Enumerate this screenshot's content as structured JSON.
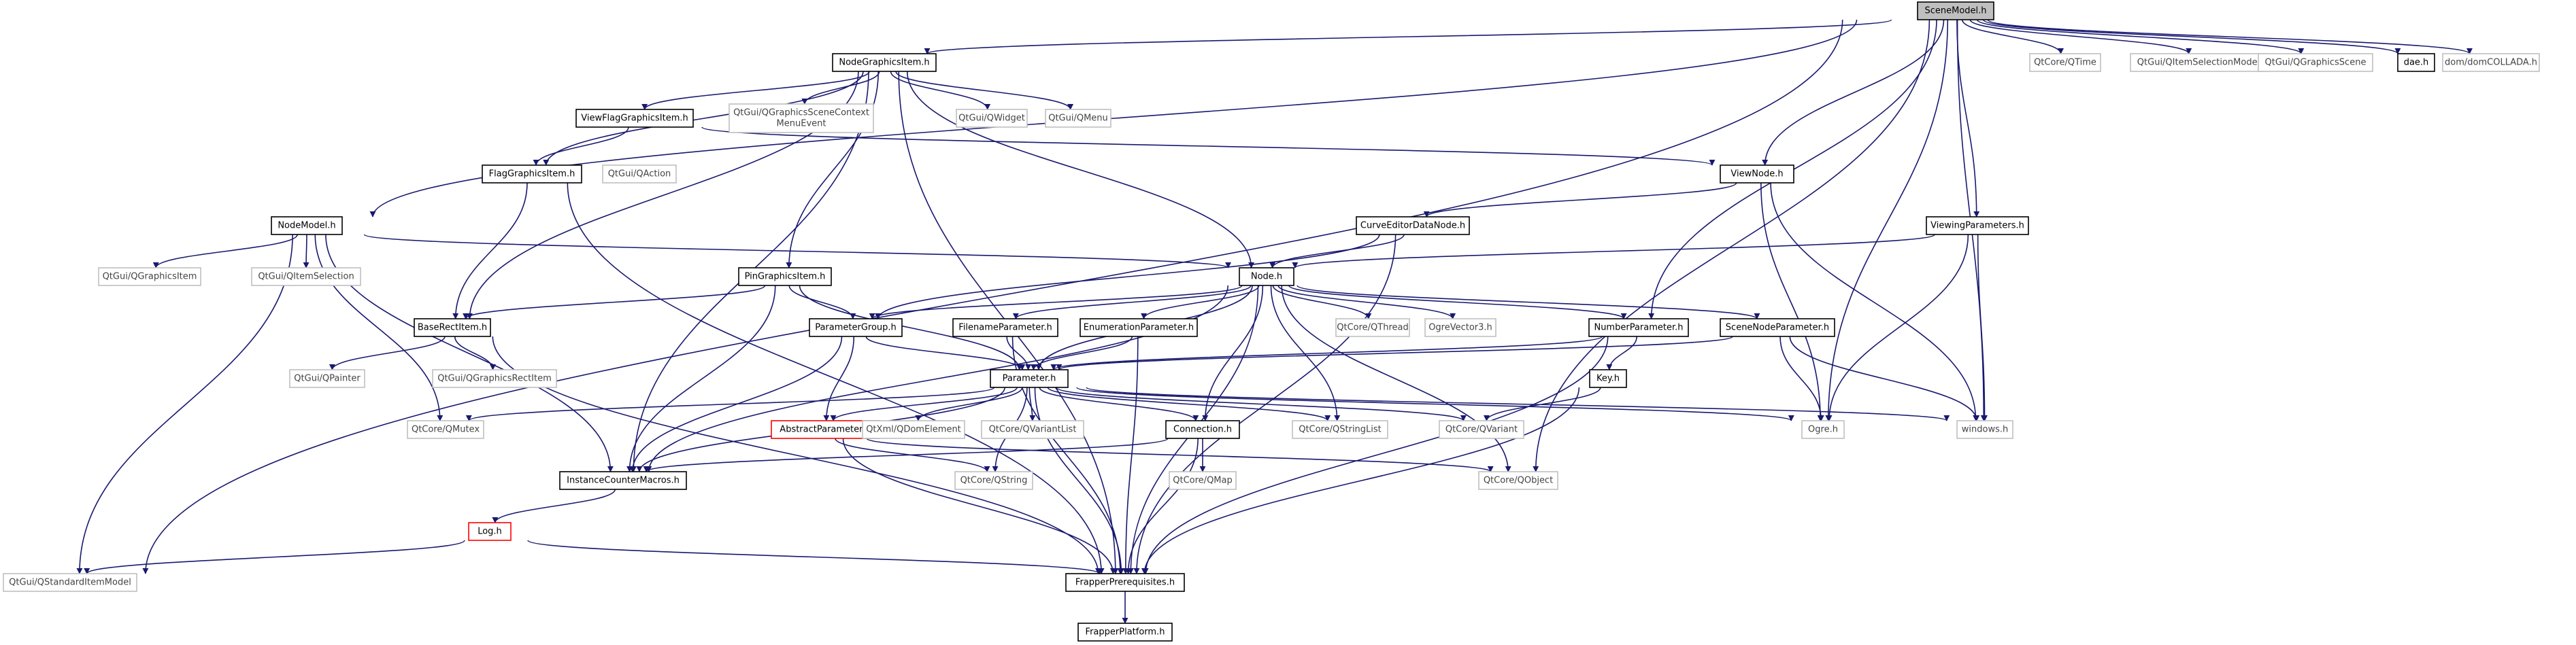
{
  "colors": {
    "edge": "#191970",
    "project_border": "#000000",
    "external_border": "#bfbfbf",
    "incomplete_border": "#ff0000",
    "root_fill": "#bfbfbf"
  },
  "nodes": {
    "scenemodel": {
      "label": "SceneModel.h",
      "kind": "root"
    },
    "nodegraphicsitem": {
      "label": "NodeGraphicsItem.h",
      "kind": "project"
    },
    "qtcore_qtime": {
      "label": "QtCore/QTime",
      "kind": "external"
    },
    "qtgui_qitemselectionmodel": {
      "label": "QtGui/QItemSelectionModel",
      "kind": "external"
    },
    "qtgui_qgraphicsscene": {
      "label": "QtGui/QGraphicsScene",
      "kind": "external"
    },
    "dae": {
      "label": "dae.h",
      "kind": "project"
    },
    "dom_collada": {
      "label": "dom/domCOLLADA.h",
      "kind": "external"
    },
    "viewflaggraphicsitem": {
      "label": "ViewFlagGraphicsItem.h",
      "kind": "project"
    },
    "qtgui_qgraphicscontextmenuevent": {
      "label": [
        "QtGui/QGraphicsSceneContext",
        "MenuEvent"
      ],
      "kind": "external"
    },
    "qtgui_qwidget": {
      "label": "QtGui/QWidget",
      "kind": "external"
    },
    "qtgui_qmenu": {
      "label": "QtGui/QMenu",
      "kind": "external"
    },
    "flaggraphicsitem": {
      "label": "FlagGraphicsItem.h",
      "kind": "project"
    },
    "qtgui_qaction": {
      "label": "QtGui/QAction",
      "kind": "external"
    },
    "viewnode": {
      "label": "ViewNode.h",
      "kind": "project"
    },
    "nodemodel": {
      "label": "NodeModel.h",
      "kind": "project"
    },
    "curveeditordatanode": {
      "label": "CurveEditorDataNode.h",
      "kind": "project"
    },
    "viewingparameters": {
      "label": "ViewingParameters.h",
      "kind": "project"
    },
    "qtgui_qgraphicsitem": {
      "label": "QtGui/QGraphicsItem",
      "kind": "external"
    },
    "qtgui_qitemselection": {
      "label": "QtGui/QItemSelection",
      "kind": "external"
    },
    "pingraphicsitem": {
      "label": "PinGraphicsItem.h",
      "kind": "project"
    },
    "node": {
      "label": "Node.h",
      "kind": "project"
    },
    "baserectitem": {
      "label": "BaseRectItem.h",
      "kind": "project"
    },
    "parametergroup": {
      "label": "ParameterGroup.h",
      "kind": "project"
    },
    "filenameparameter": {
      "label": "FilenameParameter.h",
      "kind": "project"
    },
    "enumerationparameter": {
      "label": "EnumerationParameter.h",
      "kind": "project"
    },
    "qtcore_qthread": {
      "label": "QtCore/QThread",
      "kind": "external"
    },
    "ogrevector3": {
      "label": "OgreVector3.h",
      "kind": "external"
    },
    "numberparameter": {
      "label": "NumberParameter.h",
      "kind": "project"
    },
    "scenenodeparameter": {
      "label": "SceneNodeParameter.h",
      "kind": "project"
    },
    "qtgui_qpainter": {
      "label": "QtGui/QPainter",
      "kind": "external"
    },
    "qtgui_qgraphicsrectitem": {
      "label": "QtGui/QGraphicsRectItem",
      "kind": "external"
    },
    "parameter": {
      "label": "Parameter.h",
      "kind": "project"
    },
    "key": {
      "label": "Key.h",
      "kind": "project"
    },
    "qtcore_qmutex": {
      "label": "QtCore/QMutex",
      "kind": "external"
    },
    "abstractparameter": {
      "label": "AbstractParameter.h",
      "kind": "incomplete"
    },
    "qtxml_qdomelement": {
      "label": "QtXml/QDomElement",
      "kind": "external"
    },
    "qtcore_qvariantlist": {
      "label": "QtCore/QVariantList",
      "kind": "external"
    },
    "connection": {
      "label": "Connection.h",
      "kind": "project"
    },
    "qtcore_qstringlist": {
      "label": "QtCore/QStringList",
      "kind": "external"
    },
    "qtcore_qvariant": {
      "label": "QtCore/QVariant",
      "kind": "external"
    },
    "ogre": {
      "label": "Ogre.h",
      "kind": "external"
    },
    "windows": {
      "label": "windows.h",
      "kind": "external"
    },
    "instancecountermacros": {
      "label": "InstanceCounterMacros.h",
      "kind": "project"
    },
    "qtcore_qstring": {
      "label": "QtCore/QString",
      "kind": "external"
    },
    "qtcore_qmap": {
      "label": "QtCore/QMap",
      "kind": "external"
    },
    "qtcore_qobject": {
      "label": "QtCore/QObject",
      "kind": "external"
    },
    "log": {
      "label": "Log.h",
      "kind": "incomplete"
    },
    "qtgui_qstandarditemmodel": {
      "label": "QtGui/QStandardItemModel",
      "kind": "external"
    },
    "frapperprerequisites": {
      "label": "FrapperPrerequisites.h",
      "kind": "project"
    },
    "frapperplatform": {
      "label": "FrapperPlatform.h",
      "kind": "project"
    }
  },
  "edges": [
    [
      "scenemodel",
      "nodegraphicsitem"
    ],
    [
      "scenemodel",
      "qtcore_qtime"
    ],
    [
      "scenemodel",
      "qtgui_qitemselectionmodel"
    ],
    [
      "scenemodel",
      "qtgui_qgraphicsscene"
    ],
    [
      "scenemodel",
      "dae"
    ],
    [
      "scenemodel",
      "dom_collada"
    ],
    [
      "scenemodel",
      "nodemodel"
    ],
    [
      "scenemodel",
      "viewnode"
    ],
    [
      "scenemodel",
      "viewingparameters"
    ],
    [
      "scenemodel",
      "numberparameter"
    ],
    [
      "scenemodel",
      "ogre"
    ],
    [
      "scenemodel",
      "windows"
    ],
    [
      "scenemodel",
      "qtcore_qobject"
    ],
    [
      "scenemodel",
      "qtgui_qstandarditemmodel"
    ],
    [
      "nodegraphicsitem",
      "viewflaggraphicsitem"
    ],
    [
      "nodegraphicsitem",
      "qtgui_qgraphicscontextmenuevent"
    ],
    [
      "nodegraphicsitem",
      "qtgui_qwidget"
    ],
    [
      "nodegraphicsitem",
      "qtgui_qmenu"
    ],
    [
      "nodegraphicsitem",
      "flaggraphicsitem"
    ],
    [
      "nodegraphicsitem",
      "baserectitem"
    ],
    [
      "nodegraphicsitem",
      "pingraphicsitem"
    ],
    [
      "nodegraphicsitem",
      "node"
    ],
    [
      "nodegraphicsitem",
      "instancecountermacros"
    ],
    [
      "nodegraphicsitem",
      "frapperprerequisites"
    ],
    [
      "viewflaggraphicsitem",
      "flaggraphicsitem"
    ],
    [
      "viewflaggraphicsitem",
      "viewnode"
    ],
    [
      "flaggraphicsitem",
      "baserectitem"
    ],
    [
      "flaggraphicsitem",
      "frapperprerequisites"
    ],
    [
      "viewnode",
      "curveeditordatanode"
    ],
    [
      "viewnode",
      "ogre"
    ],
    [
      "viewnode",
      "windows"
    ],
    [
      "curveeditordatanode",
      "node"
    ],
    [
      "curveeditordatanode",
      "parametergroup"
    ],
    [
      "curveeditordatanode",
      "frapperprerequisites"
    ],
    [
      "viewingparameters",
      "node"
    ],
    [
      "viewingparameters",
      "ogre"
    ],
    [
      "viewingparameters",
      "windows"
    ],
    [
      "nodemodel",
      "qtgui_qgraphicsitem"
    ],
    [
      "nodemodel",
      "qtgui_qitemselection"
    ],
    [
      "nodemodel",
      "node"
    ],
    [
      "nodemodel",
      "qtgui_qstandarditemmodel"
    ],
    [
      "nodemodel",
      "instancecountermacros"
    ],
    [
      "nodemodel",
      "qtcore_qmutex"
    ],
    [
      "pingraphicsitem",
      "baserectitem"
    ],
    [
      "pingraphicsitem",
      "parametergroup"
    ],
    [
      "pingraphicsitem",
      "parameter"
    ],
    [
      "pingraphicsitem",
      "instancecountermacros"
    ],
    [
      "node",
      "parametergroup"
    ],
    [
      "node",
      "filenameparameter"
    ],
    [
      "node",
      "enumerationparameter"
    ],
    [
      "node",
      "qtcore_qthread"
    ],
    [
      "node",
      "ogrevector3"
    ],
    [
      "node",
      "numberparameter"
    ],
    [
      "node",
      "scenenodeparameter"
    ],
    [
      "node",
      "parameter"
    ],
    [
      "node",
      "connection"
    ],
    [
      "node",
      "qtcore_qstringlist"
    ],
    [
      "node",
      "instancecountermacros"
    ],
    [
      "node",
      "qtcore_qobject"
    ],
    [
      "node",
      "frapperprerequisites"
    ],
    [
      "baserectitem",
      "qtgui_qpainter"
    ],
    [
      "baserectitem",
      "qtgui_qgraphicsrectitem"
    ],
    [
      "baserectitem",
      "frapperprerequisites"
    ],
    [
      "parametergroup",
      "parameter"
    ],
    [
      "parametergroup",
      "abstractparameter"
    ],
    [
      "parametergroup",
      "instancecountermacros"
    ],
    [
      "filenameparameter",
      "parameter"
    ],
    [
      "filenameparameter",
      "frapperprerequisites"
    ],
    [
      "enumerationparameter",
      "parameter"
    ],
    [
      "enumerationparameter",
      "frapperprerequisites"
    ],
    [
      "numberparameter",
      "parameter"
    ],
    [
      "numberparameter",
      "key"
    ],
    [
      "numberparameter",
      "frapperprerequisites"
    ],
    [
      "scenenodeparameter",
      "parameter"
    ],
    [
      "scenenodeparameter",
      "ogre"
    ],
    [
      "scenenodeparameter",
      "windows"
    ],
    [
      "key",
      "qtcore_qvariant"
    ],
    [
      "key",
      "frapperprerequisites"
    ],
    [
      "parameter",
      "qtcore_qmutex"
    ],
    [
      "parameter",
      "abstractparameter"
    ],
    [
      "parameter",
      "qtxml_qdomelement"
    ],
    [
      "parameter",
      "qtcore_qvariantlist"
    ],
    [
      "parameter",
      "connection"
    ],
    [
      "parameter",
      "qtcore_qstringlist"
    ],
    [
      "parameter",
      "qtcore_qvariant"
    ],
    [
      "parameter",
      "ogre"
    ],
    [
      "parameter",
      "windows"
    ],
    [
      "parameter",
      "instancecountermacros"
    ],
    [
      "parameter",
      "qtcore_qstring"
    ],
    [
      "parameter",
      "frapperprerequisites"
    ],
    [
      "abstractparameter",
      "qtcore_qstring"
    ],
    [
      "abstractparameter",
      "qtcore_qobject"
    ],
    [
      "abstractparameter",
      "frapperprerequisites"
    ],
    [
      "connection",
      "qtcore_qmap"
    ],
    [
      "connection",
      "instancecountermacros"
    ],
    [
      "connection",
      "frapperprerequisites"
    ],
    [
      "instancecountermacros",
      "log"
    ],
    [
      "log",
      "qtgui_qstandarditemmodel"
    ],
    [
      "log",
      "frapperprerequisites"
    ],
    [
      "frapperprerequisites",
      "frapperplatform"
    ]
  ]
}
